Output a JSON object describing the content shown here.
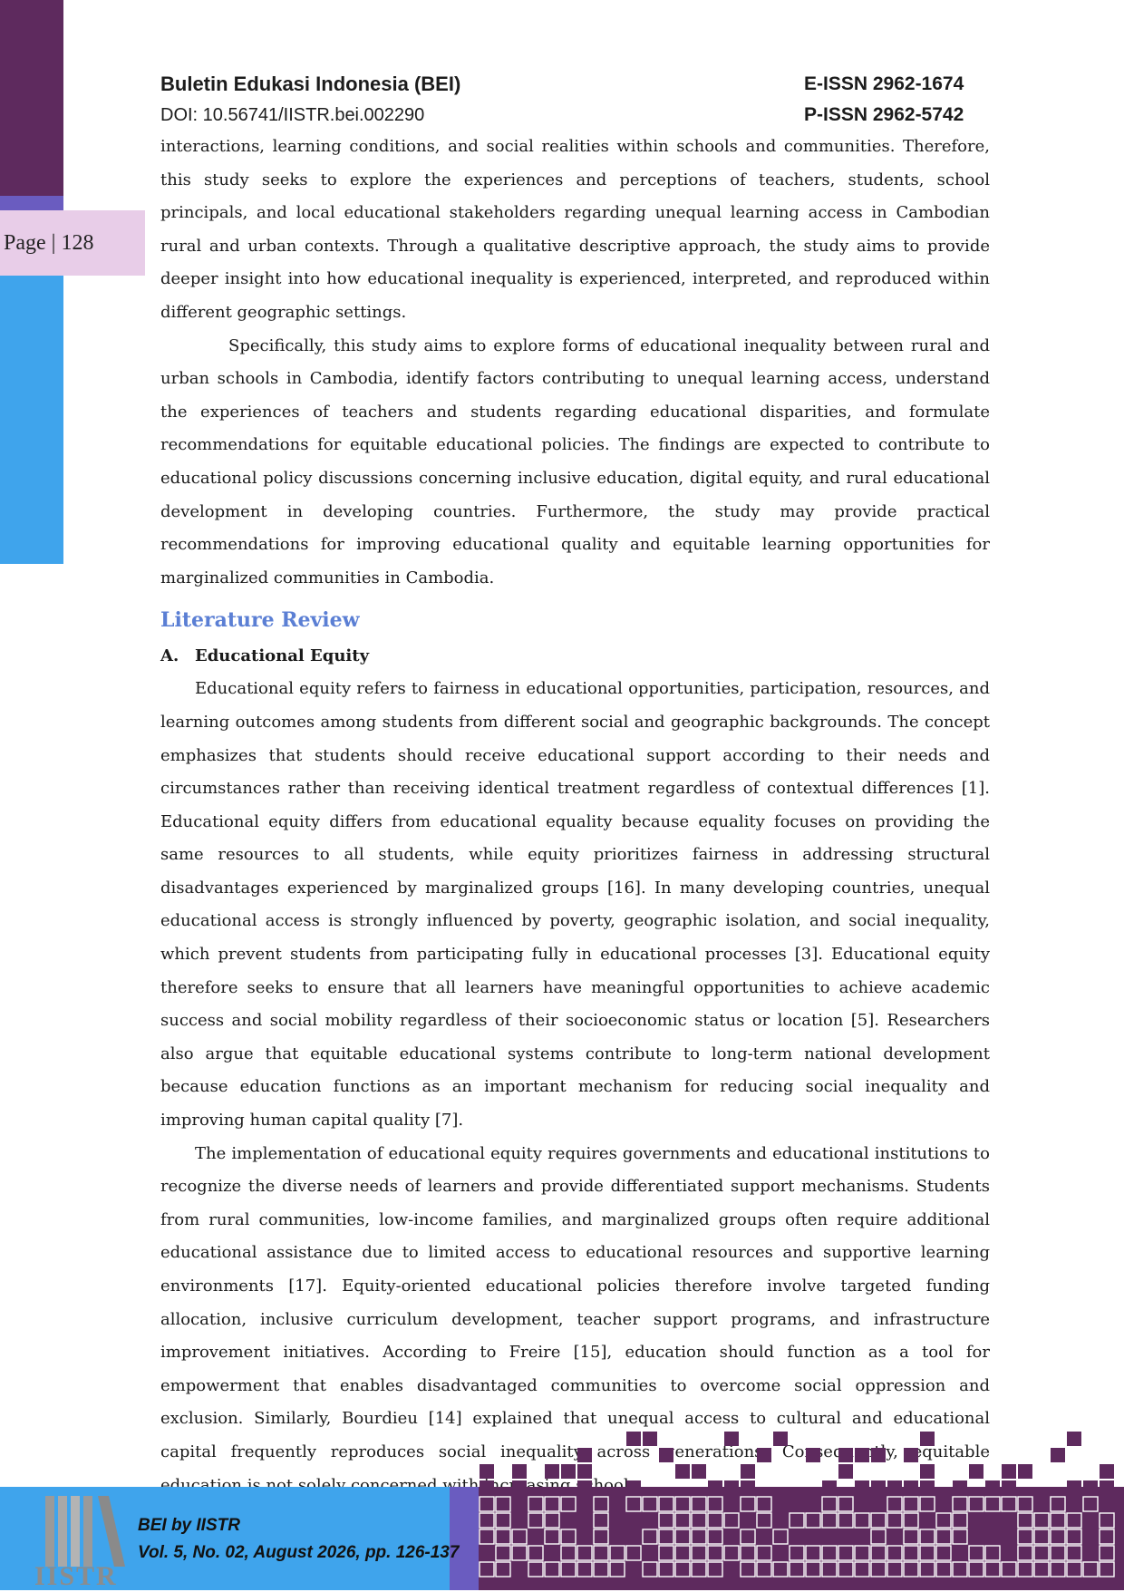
{
  "header": {
    "journal_title": "Buletin Edukasi Indonesia (BEI)",
    "doi": "DOI: 10.56741/IISTR.bei.002290",
    "eissn": "E-ISSN 2962-1674",
    "pissn": "P-ISSN 2962-5742"
  },
  "page_label": "Page | 128",
  "body": {
    "p1": "interactions, learning conditions, and social realities within schools and communities. Therefore, this study seeks to explore the experiences and perceptions of teachers, students, school principals, and local educational stakeholders regarding unequal learning access in Cambodian rural and urban contexts. Through a qualitative descriptive approach, the study aims to provide deeper insight into how educational inequality is experienced, interpreted, and reproduced within different geographic settings.",
    "p2": "Specifically, this study aims to explore forms of educational inequality between rural and urban schools in Cambodia, identify factors contributing to unequal learning access, understand the experiences of teachers and students regarding educational disparities, and formulate recommendations for equitable educational policies. The findings are expected to contribute to educational policy discussions concerning inclusive education, digital equity, and rural educational development in developing countries. Furthermore, the study may provide practical recommendations for improving educational quality and equitable learning opportunities for marginalized communities in Cambodia.",
    "section_title": "Literature Review",
    "subsection_letter": "A.",
    "subsection_title": "Educational Equity",
    "p3": "Educational equity refers to fairness in educational opportunities, participation, resources, and learning outcomes among students from different social and geographic backgrounds. The concept emphasizes that students should receive educational support according to their needs and circumstances rather than receiving identical treatment regardless of contextual differences [1]. Educational equity differs from educational equality because equality focuses on providing the same resources to all students, while equity prioritizes fairness in addressing structural disadvantages experienced by marginalized groups [16]. In many developing countries, unequal educational access is strongly influenced by poverty, geographic isolation, and social inequality, which prevent students from participating fully in educational processes [3]. Educational equity therefore seeks to ensure that all learners have meaningful opportunities to achieve academic success and social mobility regardless of their socioeconomic status or location [5]. Researchers also argue that equitable educational systems contribute to long-term national development because education functions as an important mechanism for reducing social inequality and improving human capital quality [7].",
    "p4": "The implementation of educational equity requires governments and educational institutions to recognize the diverse needs of learners and provide differentiated support mechanisms. Students from rural communities, low-income families, and marginalized groups often require additional educational assistance due to limited access to educational resources and supportive learning environments [17]. Equity-oriented educational policies therefore involve targeted funding allocation, inclusive curriculum development, teacher support programs, and infrastructure improvement initiatives. According to Freire [15], education should function as a tool for empowerment that enables disadvantaged communities to overcome social oppression and exclusion. Similarly, Bourdieu [14] explained that unequal access to cultural and educational capital frequently reproduces social inequality across generations. Consequently, equitable education is not solely concerned with increasing school"
  },
  "footer": {
    "line1": "BEI by IISTR",
    "line2": "Vol. 5, No. 02, August 2026, pp. 126-137",
    "logo_text": "IISTR"
  },
  "colors": {
    "purple": "#5e2a5e",
    "blue": "#3fa4ec",
    "violet": "#6a5cc0",
    "tab_pink": "#e8cde8",
    "section_blue": "#5b7fd4"
  }
}
